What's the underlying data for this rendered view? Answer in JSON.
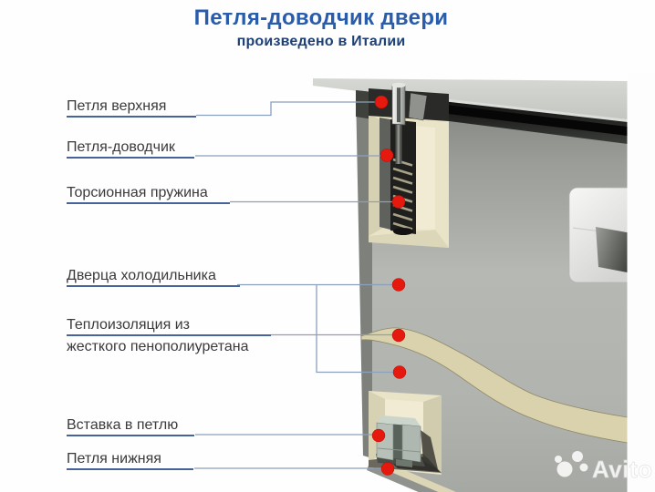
{
  "header": {
    "title": "Петля-доводчик двери",
    "subtitle": "произведено в Италии"
  },
  "labels": [
    {
      "text": "Петля верхняя"
    },
    {
      "text": "Петля-доводчик"
    },
    {
      "text": "Торсионная пружина"
    },
    {
      "text": "Дверца холодильника"
    },
    {
      "text": "Теплоизоляция из",
      "text2": "жесткого пенополиуретана"
    },
    {
      "text": "Вставка в петлю"
    },
    {
      "text": "Петля нижняя"
    }
  ],
  "watermark": {
    "text": "Avito"
  },
  "colors": {
    "title_blue": "#2a5cac",
    "subtitle_navy": "#1d4077",
    "underline_blue": "#47639b",
    "connector_gray_blue": "#8ba0bc",
    "marker_red": "#e6190f",
    "door_gray": "#a5a7a3",
    "insulation_cream": "#d9d2ac",
    "insert_green_gray": "#b7c1b9"
  }
}
